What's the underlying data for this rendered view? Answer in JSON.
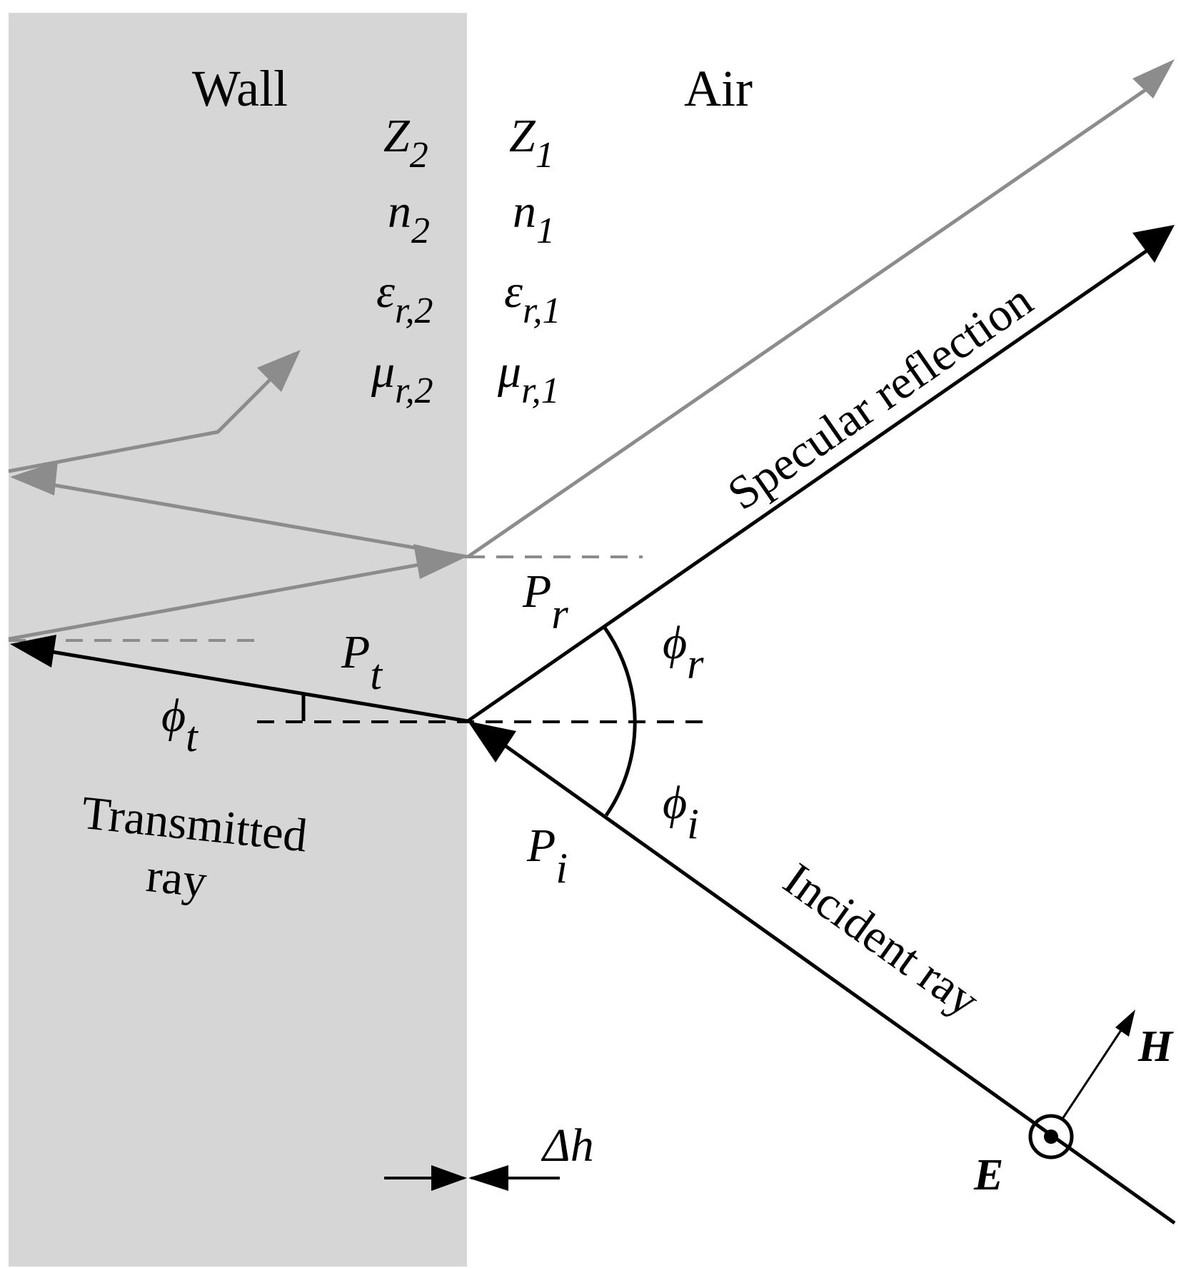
{
  "regions": {
    "wall": "Wall",
    "air": "Air"
  },
  "wall_params": {
    "impedance": {
      "sym": "Z",
      "sub": "2"
    },
    "index": {
      "sym": "n",
      "sub": "2"
    },
    "permittivity": {
      "sym": "ε",
      "sub": "r,2"
    },
    "permeability": {
      "sym": "μ",
      "sub": "r,2"
    }
  },
  "air_params": {
    "impedance": {
      "sym": "Z",
      "sub": "1"
    },
    "index": {
      "sym": "n",
      "sub": "1"
    },
    "permittivity": {
      "sym": "ε",
      "sub": "r,1"
    },
    "permeability": {
      "sym": "μ",
      "sub": "r,1"
    }
  },
  "rays": {
    "specular": "Specular reflection",
    "incident": "Incident ray",
    "transmitted_line1": "Transmitted",
    "transmitted_line2": "ray"
  },
  "powers": {
    "reflected": {
      "sym": "P",
      "sub": "r"
    },
    "transmitted": {
      "sym": "P",
      "sub": "t"
    },
    "incident": {
      "sym": "P",
      "sub": "i"
    }
  },
  "angles": {
    "reflected": {
      "sym": "ϕ",
      "sub": "r"
    },
    "incident": {
      "sym": "ϕ",
      "sub": "i"
    },
    "transmitted": {
      "sym": "ϕ",
      "sub": "t"
    }
  },
  "fields": {
    "magnetic": "H",
    "electric": "E"
  },
  "offset": "Δh",
  "colors": {
    "wall": "#d6d6d6",
    "primary": "#000000",
    "secondary": "#8c8c8c",
    "dashed_secondary": "#8c8c8c"
  }
}
